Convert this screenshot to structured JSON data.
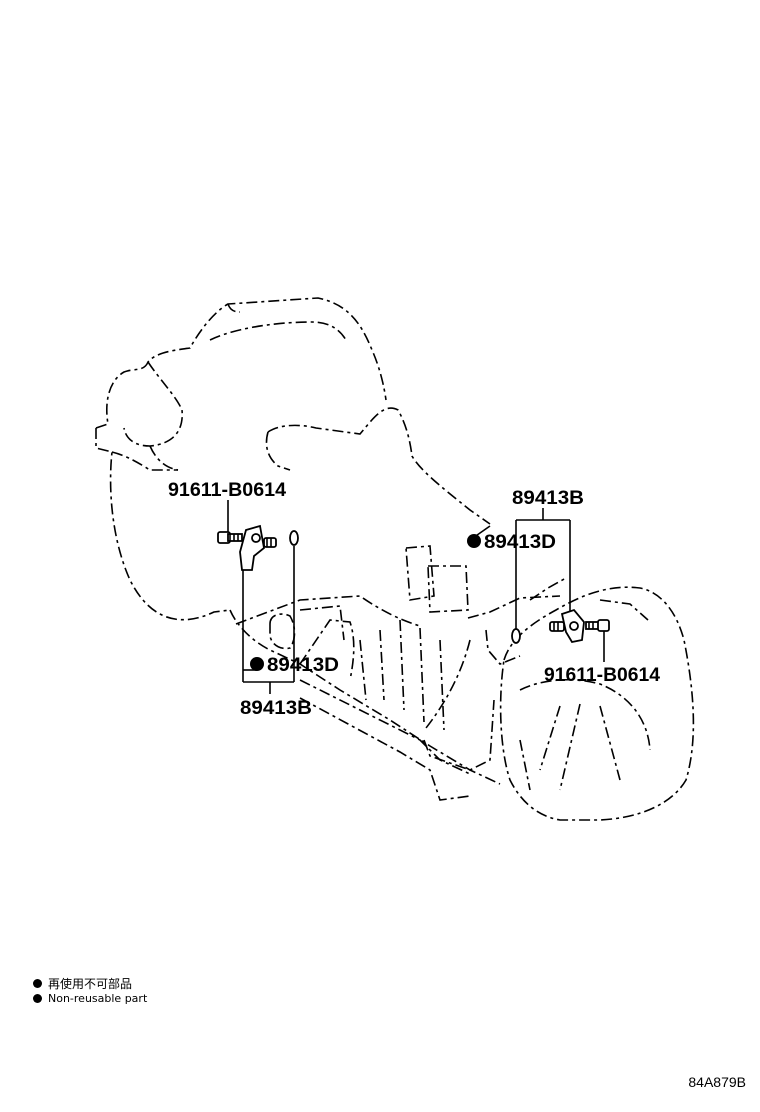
{
  "diagram_code": "84A879B",
  "legend": {
    "line1": "再使用不可部品",
    "line2": "Non-reusable part"
  },
  "callouts": {
    "left_bolt": "91611-B0614",
    "left_oring": "89413D",
    "left_assembly": "89413B",
    "right_assembly": "89413B",
    "right_oring": "89413D",
    "right_bolt": "91611-B0614"
  }
}
